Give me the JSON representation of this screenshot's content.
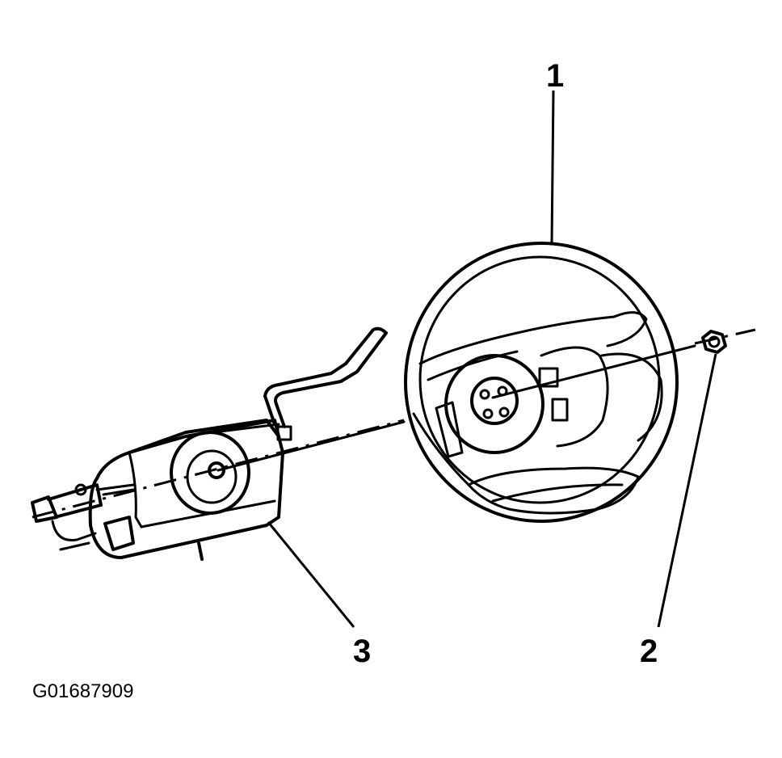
{
  "callouts": [
    {
      "id": "1",
      "text": "1"
    },
    {
      "id": "2",
      "text": "2"
    },
    {
      "id": "3",
      "text": "3"
    }
  ],
  "figure_id": "G01687909"
}
